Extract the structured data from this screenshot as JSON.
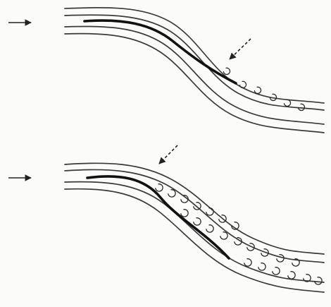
{
  "figure": {
    "panels": [
      {
        "id": "upper",
        "description_tag": "channel-bend-upper",
        "separation": "partial",
        "vortex_rows": [
          {
            "count": 6
          },
          {
            "count": 0
          }
        ]
      },
      {
        "id": "lower",
        "description_tag": "channel-bend-lower",
        "separation": "extended",
        "vortex_rows": [
          {
            "count": 7
          },
          {
            "count": 9
          },
          {
            "count": 6
          }
        ]
      }
    ],
    "arrows": {
      "flow": "solid",
      "indicator": "dashed"
    }
  }
}
